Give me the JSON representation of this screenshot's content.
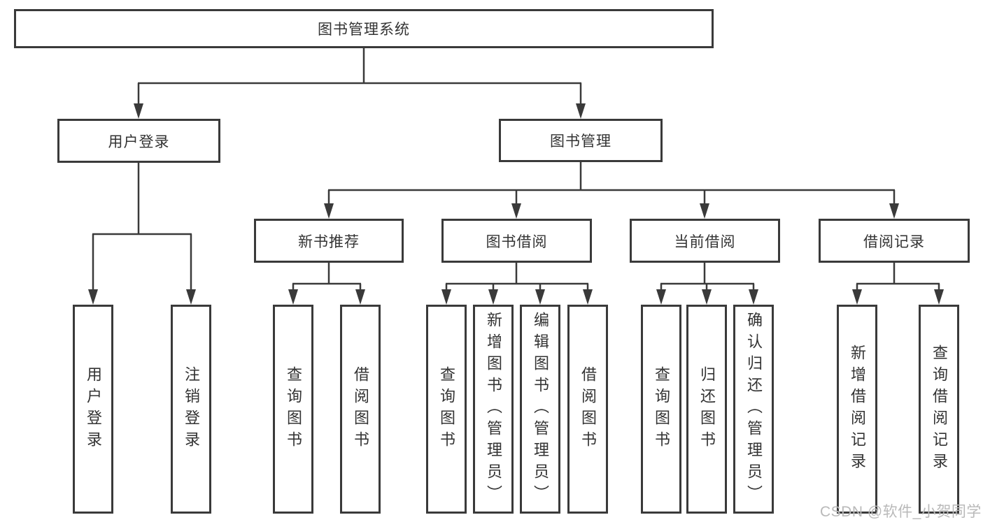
{
  "tree": {
    "root": "图书管理系统",
    "level2": [
      "用户登录",
      "图书管理"
    ],
    "level3": [
      "新书推荐",
      "图书借阅",
      "当前借阅",
      "借阅记录"
    ],
    "leaves": {
      "user_login": [
        "用户登录",
        "注销登录"
      ],
      "new_book_recommend": [
        "查询图书",
        "借阅图书"
      ],
      "book_borrowing": [
        "查询图书",
        "新增图书（管理员）",
        "编辑图书（管理员）",
        "借阅图书"
      ],
      "current_borrowing": [
        "查询图书",
        "归还图书",
        "确认归还（管理员）"
      ],
      "borrow_records": [
        "新增借阅记录",
        "查询借阅记录"
      ]
    }
  },
  "watermark": "CSDN @软件_小贺同学",
  "colors": {
    "line": "#3a3a3a",
    "text": "#333333",
    "watermark": "#b9b9b9",
    "background": "#ffffff"
  }
}
